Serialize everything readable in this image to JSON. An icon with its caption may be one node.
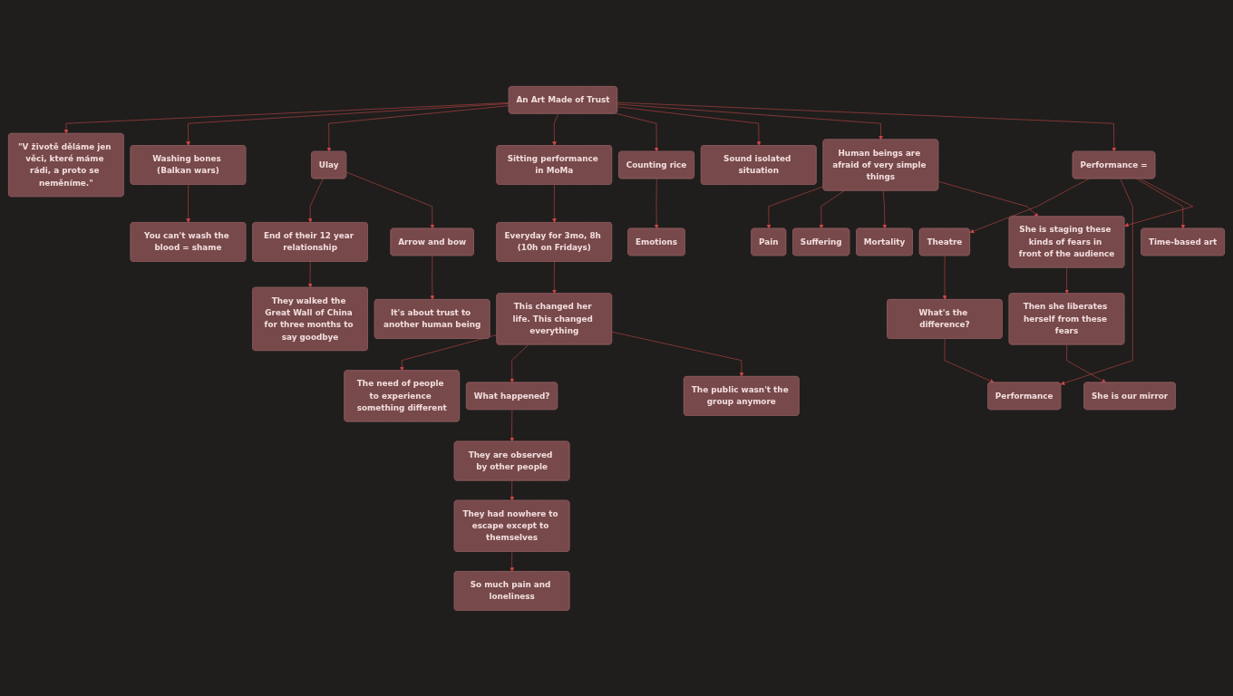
{
  "diagram": {
    "nodes": [
      {
        "text": [
          "\"V životě děláme jen věci, které máme rádi, a proto se neměníme.\""
        ]
      },
      {
        "text": [
          "They walked the Great Wall of China for three months to say goodbye"
        ]
      },
      {
        "text": [
          "You can't wash the blood = shame"
        ]
      },
      {
        "text": [
          "It's about trust to another human being"
        ]
      },
      {
        "text": [
          "End of their 12 year relationship"
        ]
      },
      {
        "text": [
          "Arrow and bow"
        ]
      },
      {
        "text": [
          "Washing bones (Balkan wars)"
        ]
      },
      {
        "text": [
          "Ulay"
        ]
      },
      {
        "text": [
          "Everyday for 3mo, 8h (10h on Fridays)"
        ]
      },
      {
        "text": [
          "Sitting performance in MoMa"
        ]
      },
      {
        "text": [
          "Theatre"
        ]
      },
      {
        "text": [
          "This changed her life. This changed everything"
        ]
      },
      {
        "text": [
          "An Art Made of Trust"
        ]
      },
      {
        "text": [
          "Performance ="
        ]
      },
      {
        "text": [
          "What's the difference?"
        ]
      },
      {
        "text": [
          "The need of people to experience something different"
        ]
      },
      {
        "text": [
          "Counting rice"
        ]
      },
      {
        "text": [
          "The public wasn't the group anymore"
        ]
      },
      {
        "text": [
          "Performance"
        ]
      },
      {
        "text": [
          "Human beings are afraid of very simple things"
        ]
      },
      {
        "text": [
          "Sound isolated situation"
        ]
      },
      {
        "text": [
          "Pain"
        ]
      },
      {
        "text": [
          "Emotions"
        ]
      },
      {
        "text": [
          "What happened?"
        ]
      },
      {
        "text": [
          "Suffering"
        ]
      },
      {
        "text": [
          "She is staging these kinds of fears in front of the audience"
        ]
      },
      {
        "text": [
          "Time-based art"
        ]
      },
      {
        "text": [
          "Mortality"
        ]
      },
      {
        "text": [
          "They are observed by other people"
        ]
      },
      {
        "text": [
          "Then she liberates herself from these fears"
        ]
      },
      {
        "text": [
          "They had nowhere to escape except to themselves"
        ]
      },
      {
        "text": [
          "So much pain and loneliness"
        ]
      },
      {
        "text": [
          "She is our mirror"
        ]
      }
    ],
    "edges": [
      {
        "from": 12,
        "to": 0,
        "arrow": "to"
      },
      {
        "from": 12,
        "to": 6,
        "arrow": "to"
      },
      {
        "from": 6,
        "to": 2,
        "arrow": "to"
      },
      {
        "from": 12,
        "to": 7,
        "arrow": "to"
      },
      {
        "from": 7,
        "to": 4,
        "arrow": "to"
      },
      {
        "from": 4,
        "to": 1,
        "arrow": "to"
      },
      {
        "from": 7,
        "to": 5,
        "arrow": "to"
      },
      {
        "from": 5,
        "to": 3,
        "arrow": "to"
      },
      {
        "from": 12,
        "to": 9,
        "arrow": "to"
      },
      {
        "from": 9,
        "to": 8,
        "arrow": "to"
      },
      {
        "from": 8,
        "to": 11,
        "arrow": "to"
      },
      {
        "from": 11,
        "to": 15,
        "arrow": "to"
      },
      {
        "from": 11,
        "to": 23,
        "arrow": "to"
      },
      {
        "from": 11,
        "to": 17,
        "arrow": "to"
      },
      {
        "from": 23,
        "to": 28,
        "arrow": "to"
      },
      {
        "from": 28,
        "to": 30,
        "arrow": "to"
      },
      {
        "from": 30,
        "to": 31,
        "arrow": "to"
      },
      {
        "from": 12,
        "to": 16,
        "arrow": "to"
      },
      {
        "from": 16,
        "to": 22,
        "arrow": "to"
      },
      {
        "from": 12,
        "to": 20,
        "arrow": "to"
      },
      {
        "from": 12,
        "to": 19,
        "arrow": "to"
      },
      {
        "from": 19,
        "to": 21,
        "arrow": "to"
      },
      {
        "from": 19,
        "to": 24,
        "arrow": "to"
      },
      {
        "from": 19,
        "to": 27,
        "arrow": "to"
      },
      {
        "from": 19,
        "to": 25,
        "arrow": "to"
      },
      {
        "from": 25,
        "to": 29,
        "arrow": "to"
      },
      {
        "from": 29,
        "to": 32,
        "arrow": "to"
      },
      {
        "from": 12,
        "to": 13,
        "arrow": "to"
      },
      {
        "from": 13,
        "to": 10,
        "arrow": "to"
      },
      {
        "from": 10,
        "to": 14,
        "arrow": "to"
      },
      {
        "from": 14,
        "to": 18,
        "arrow": "to"
      },
      {
        "from": 13,
        "to": 18,
        "arrow": "to"
      },
      {
        "from": 13,
        "to": 26,
        "arrow": "to"
      },
      {
        "from": 13,
        "to": 25,
        "arrow": "to"
      }
    ]
  }
}
